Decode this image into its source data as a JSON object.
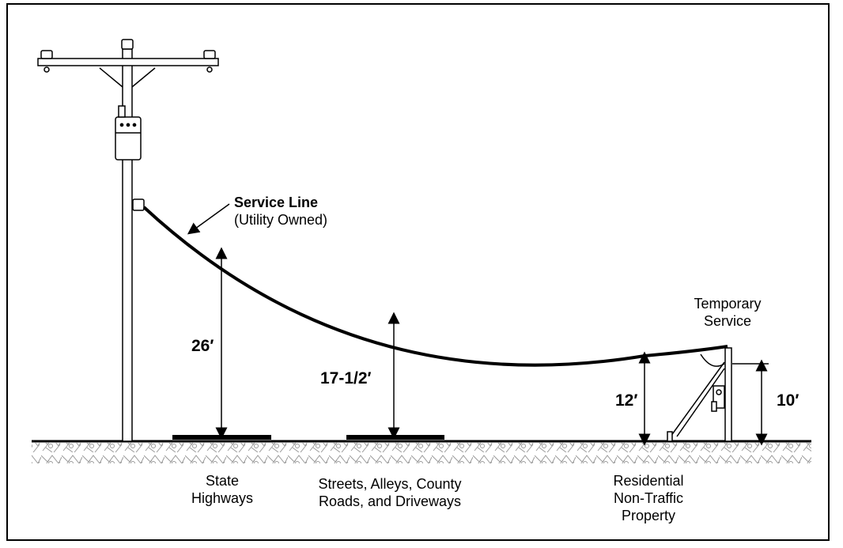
{
  "service_line": {
    "title": "Service Line",
    "subtitle": "(Utility Owned)"
  },
  "temporary_service": {
    "line1": "Temporary",
    "line2": "Service"
  },
  "clearances": [
    {
      "value": "26′",
      "category_lines": [
        "State",
        "Highways"
      ]
    },
    {
      "value": "17-1/2′",
      "category_lines": [
        "Streets, Alleys, County",
        "Roads, and Driveways"
      ]
    },
    {
      "value": "12′",
      "category_lines": [
        "Residential",
        "Non-Traffic",
        "Property"
      ]
    }
  ],
  "pole_height": {
    "value": "10′"
  },
  "colors": {
    "line": "#000000",
    "ground_hatch": "#9a9a9a",
    "background": "#ffffff"
  }
}
